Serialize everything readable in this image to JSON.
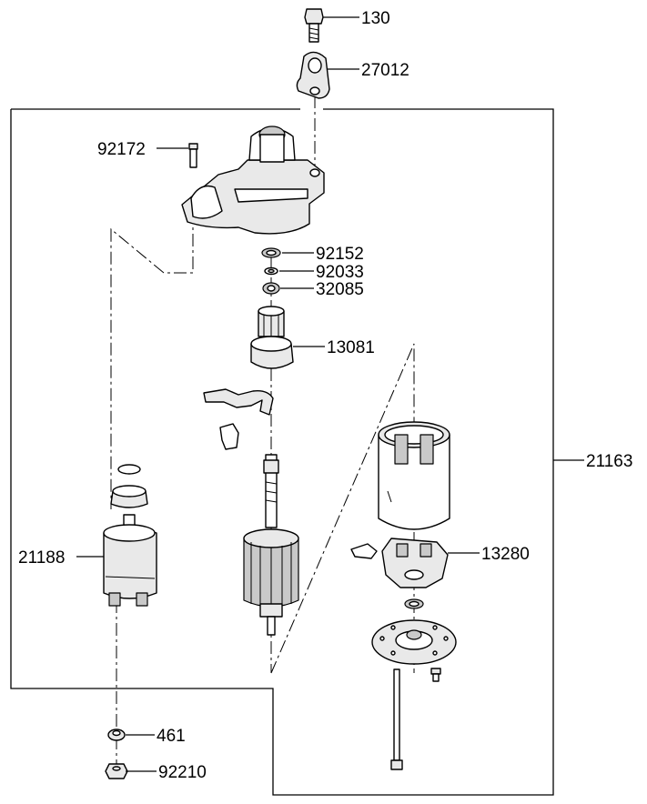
{
  "labels": {
    "p130": "130",
    "p27012": "27012",
    "p92172": "92172",
    "p92152": "92152",
    "p92033": "92033",
    "p32085": "32085",
    "p13081": "13081",
    "p21163": "21163",
    "p13280": "13280",
    "p21188": "21188",
    "p461": "461",
    "p92210": "92210"
  }
}
